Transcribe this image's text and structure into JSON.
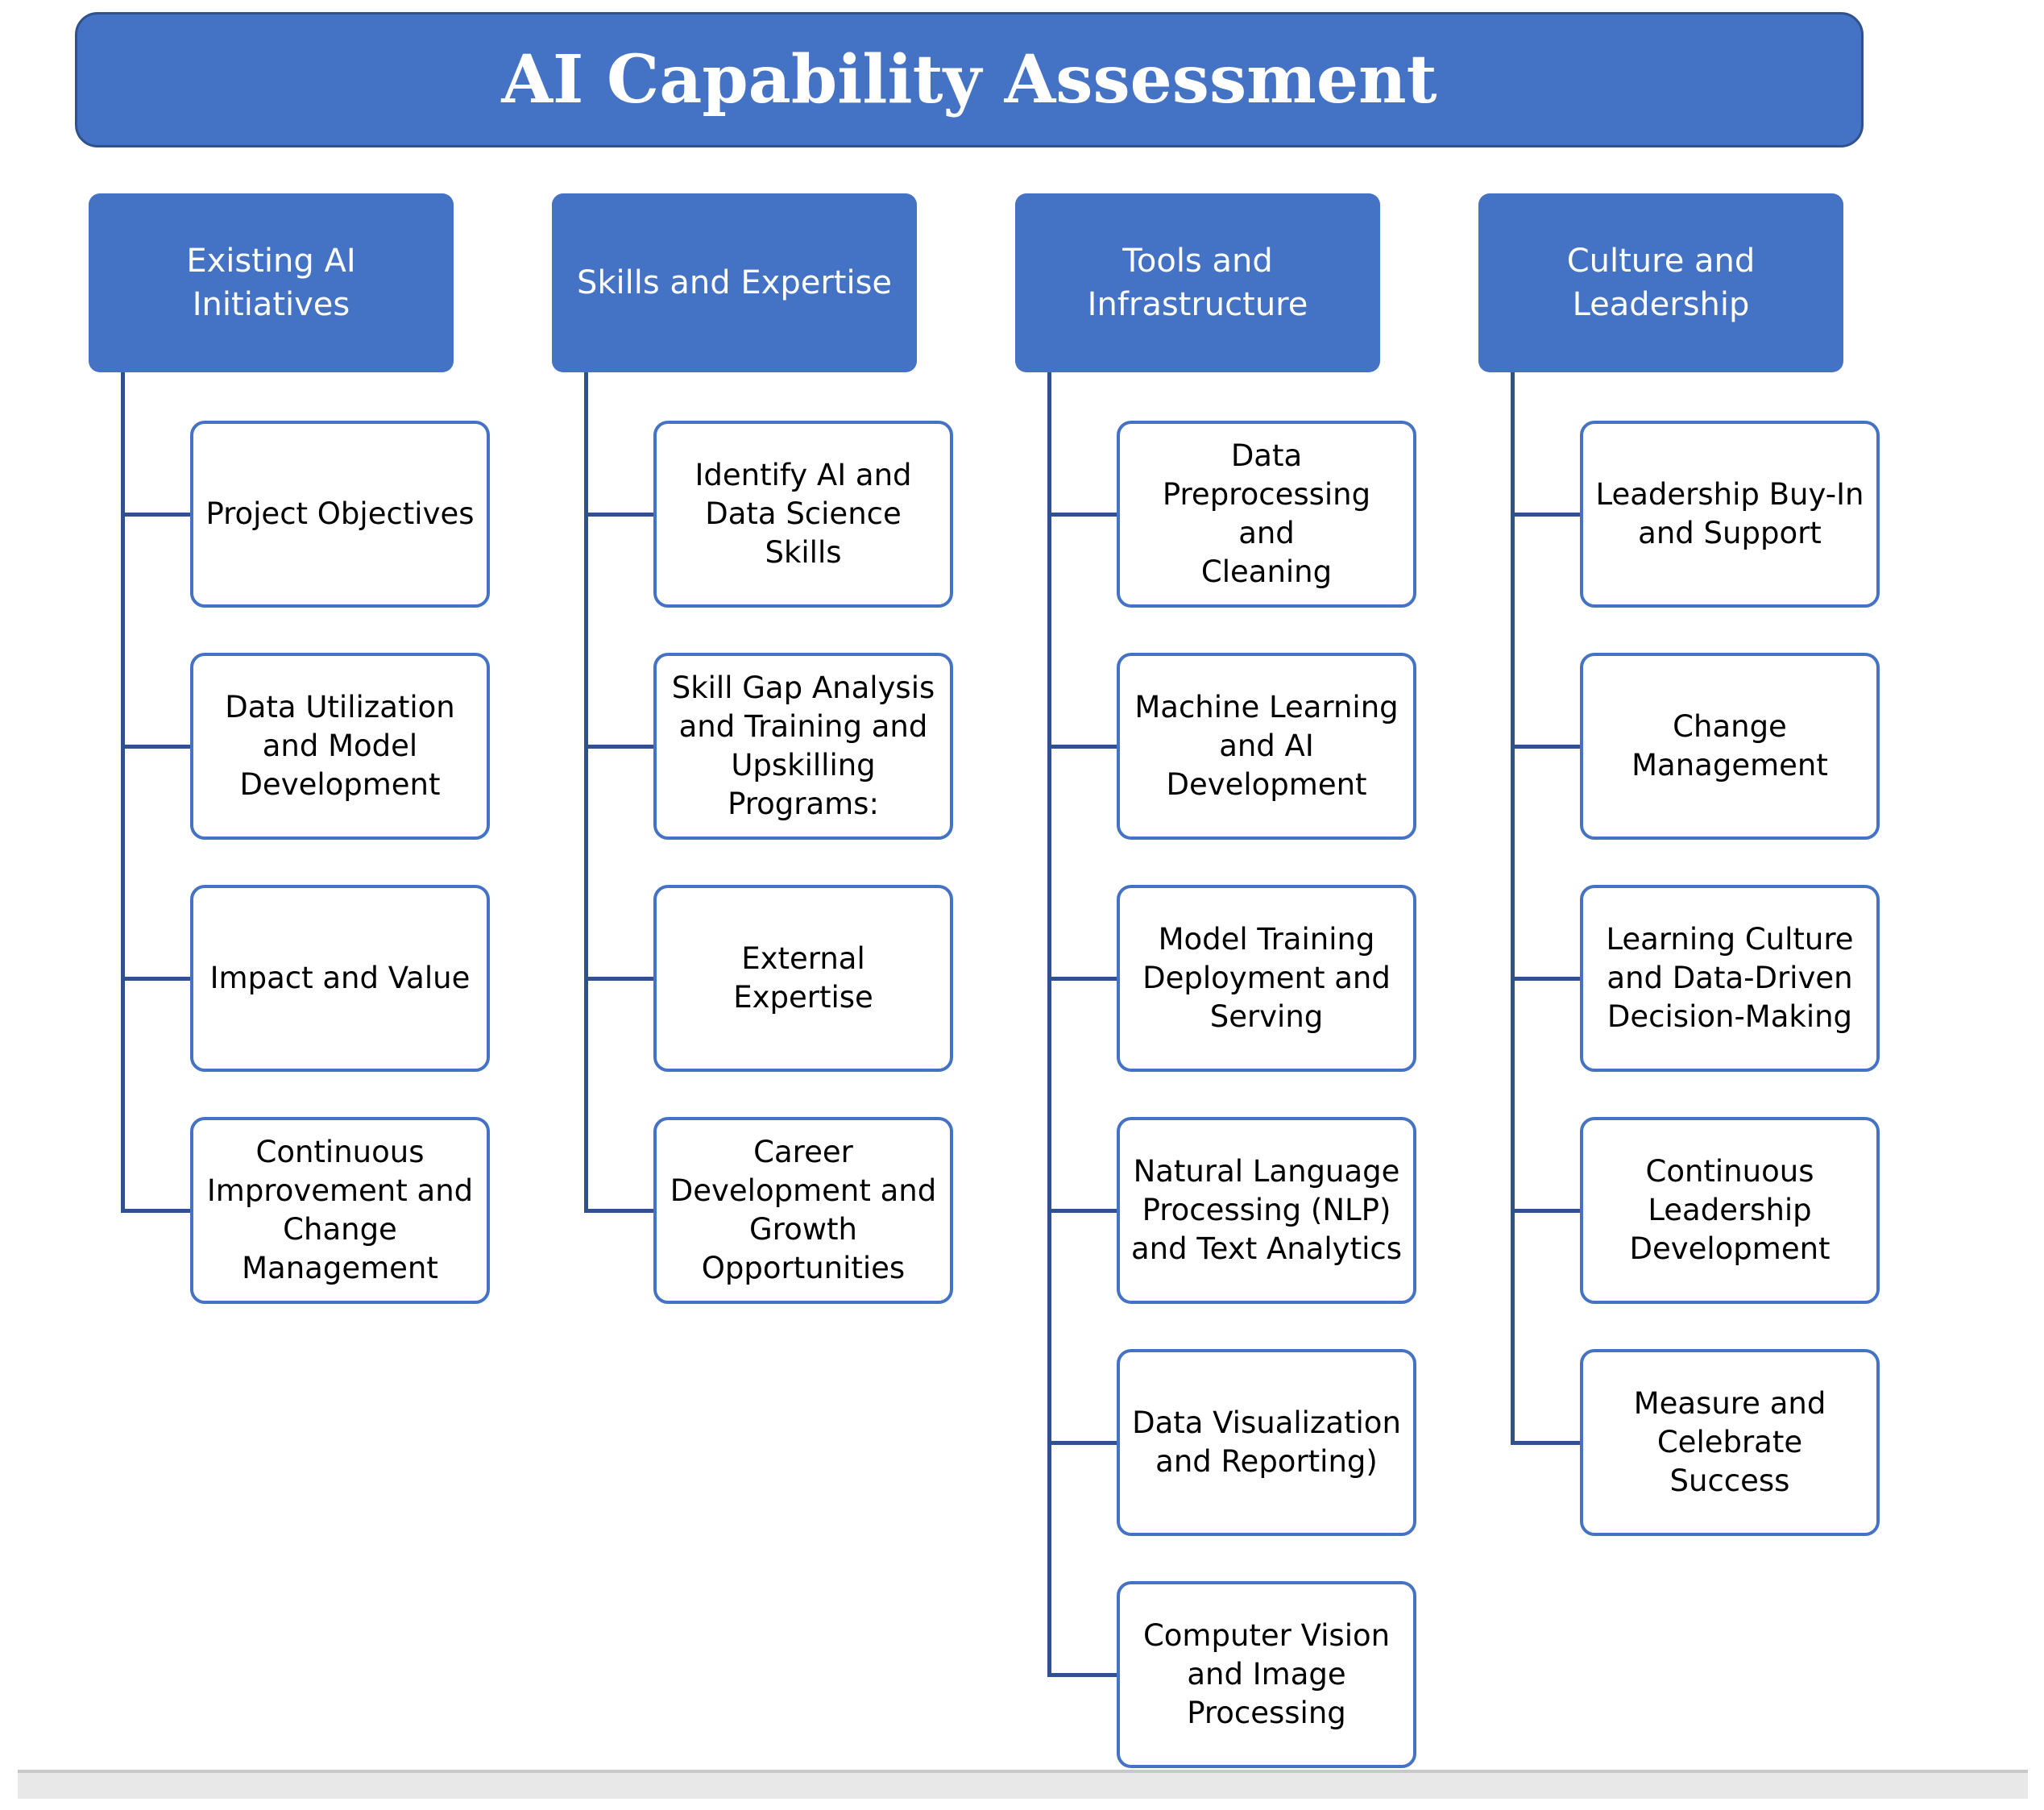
{
  "title": "AI Capability Assessment",
  "colors": {
    "header_fill": "#4472c4",
    "header_border": "#2f528f",
    "connector": "#2f528f",
    "box_border": "#4472c4",
    "text_on_blue": "#ffffff"
  },
  "categories": [
    {
      "label": "Existing AI Initiatives",
      "children": [
        "Project Objectives",
        "Data Utilization\nand Model\nDevelopment",
        "Impact and Value",
        "Continuous\nImprovement  and\nChange\nManagement"
      ]
    },
    {
      "label": "Skills and Expertise",
      "children": [
        "Identify AI and\nData Science Skills",
        "Skill Gap Analysis\nand Training and\nUpskilling\nPrograms:",
        "External Expertise",
        "Career\nDevelopment and\nGrowth\nOpportunities"
      ]
    },
    {
      "label": "Tools and\nInfrastructure",
      "children": [
        "Data\nPreprocessing and\nCleaning",
        "Machine Learning\nand AI\nDevelopment",
        "Model Training\nDeployment and\nServing",
        "Natural Language\nProcessing (NLP)\nand Text Analytics",
        "Data Visualization\nand Reporting)",
        "Computer Vision\nand Image\nProcessing"
      ]
    },
    {
      "label": "Culture and\nLeadership",
      "children": [
        "Leadership Buy-In\nand Support",
        "Change\nManagement",
        "Learning Culture\nand Data-Driven\nDecision-Making",
        "Continuous\nLeadership\nDevelopment",
        "Measure and\nCelebrate Success"
      ]
    }
  ]
}
